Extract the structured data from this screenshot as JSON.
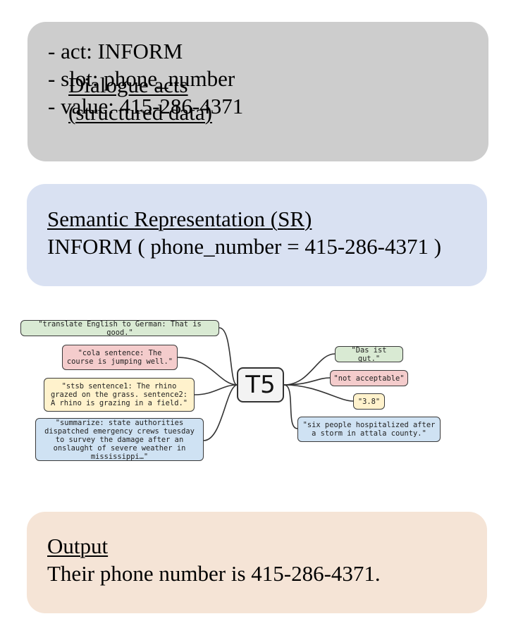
{
  "dialogue_acts": {
    "heading": "Dialogue acts (structured data)",
    "lines": [
      "- act: INFORM",
      "- slot: phone_number",
      "- value: 415-286-4371"
    ]
  },
  "semantic_representation": {
    "heading": "Semantic Representation (SR)",
    "text": "INFORM ( phone_number = 415-286-4371 )"
  },
  "t5_diagram": {
    "model_label": "T5",
    "inputs": [
      "\"translate English to German: That is good.\"",
      "\"cola sentence: The course is jumping well.\"",
      "\"stsb sentence1: The rhino grazed on the grass. sentence2: A rhino is grazing in a field.\"",
      "\"summarize: state authorities dispatched emergency crews tuesday to survey the damage after an onslaught of severe weather in mississippi…\""
    ],
    "outputs": [
      "\"Das ist gut.\"",
      "\"not acceptable\"",
      "\"3.8\"",
      "\"six people hospitalized after a storm in attala county.\""
    ],
    "colors": {
      "green": "#d9ead3",
      "red": "#f4cccc",
      "yellow": "#fff2cc",
      "blue": "#cfe2f3"
    }
  },
  "output": {
    "heading": "Output",
    "text": "Their phone number is 415-286-4371."
  },
  "colors": {
    "dialogue_panel": "#cdcdcd",
    "sr_panel": "#d9e1f2",
    "output_panel": "#f5e4d6"
  }
}
